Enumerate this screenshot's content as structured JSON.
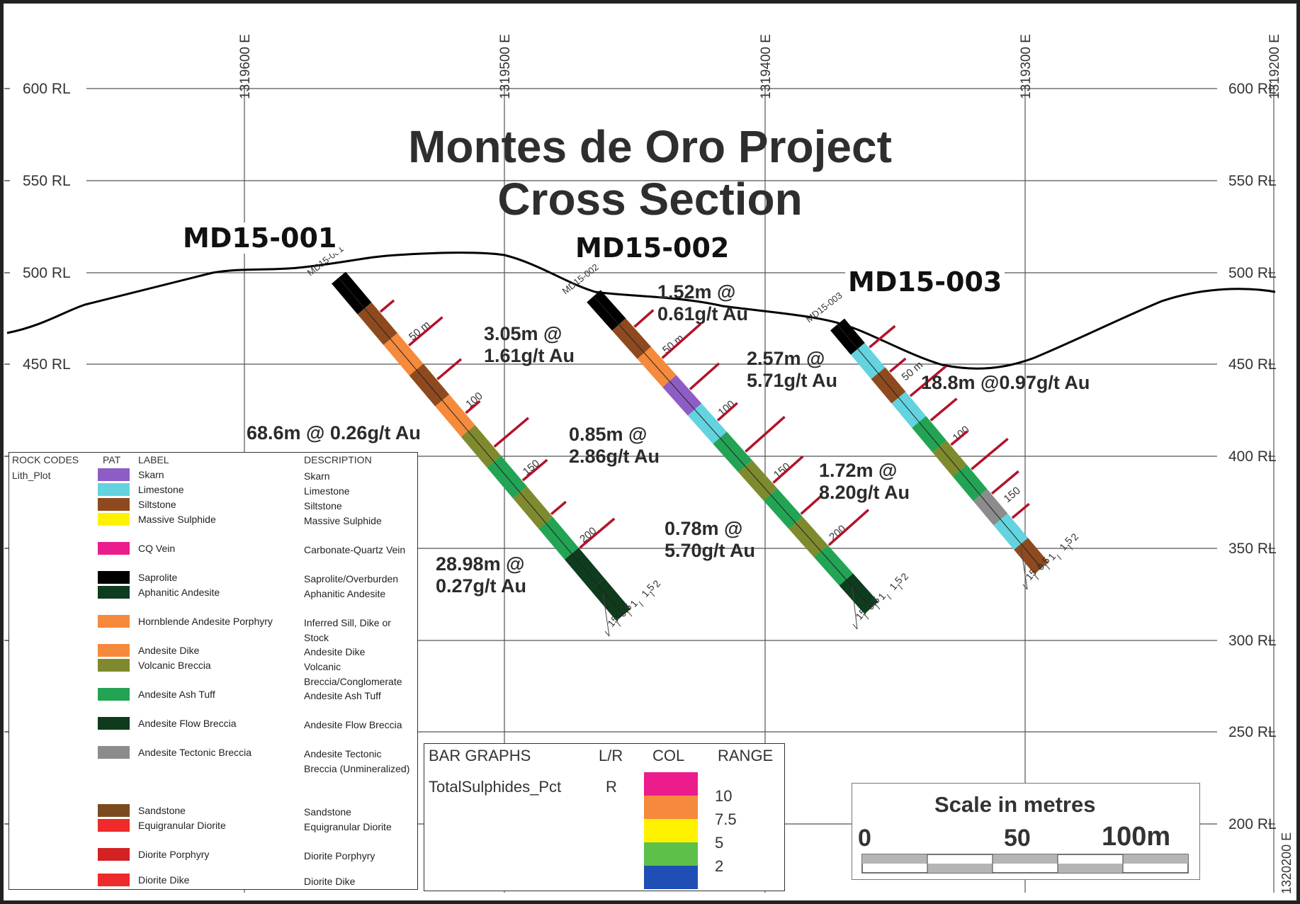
{
  "title": {
    "line1": "Montes de Oro Project",
    "line2": "Cross Section"
  },
  "rl_labels": [
    "600 RL",
    "550 RL",
    "500 RL",
    "450 RL",
    "400 RL",
    "350 RL",
    "300 RL",
    "250 RL",
    "200 RL"
  ],
  "top_grid_labels": [
    "1319600 E",
    "1319500 E",
    "1319400 E",
    "1319300 E",
    "1319200 E"
  ],
  "right_edge_label": "1320200 E",
  "drill_holes": [
    {
      "id": "MD15-001",
      "collar_label": "MD15-001",
      "depth_labels": [
        "50 m",
        "100",
        "150",
        "200"
      ]
    },
    {
      "id": "MD15-002",
      "collar_label": "MD15-002",
      "depth_labels": [
        "50 m",
        "100",
        "150",
        "200"
      ]
    },
    {
      "id": "MD15-003",
      "collar_label": "MD15-003",
      "depth_labels": [
        "50 m",
        "100",
        "150"
      ]
    }
  ],
  "intercepts": [
    {
      "line1": "3.05m @",
      "line2": "1.61g/t Au"
    },
    {
      "line1": "68.6m @ 0.26g/t Au",
      "line2": ""
    },
    {
      "line1": "0.85m @",
      "line2": "2.86g/t Au"
    },
    {
      "line1": "28.98m @",
      "line2": "0.27g/t Au"
    },
    {
      "line1": "1.52m @",
      "line2": "0.61g/t Au"
    },
    {
      "line1": "2.57m @",
      "line2": "5.71g/t Au"
    },
    {
      "line1": "1.72m @",
      "line2": "8.20g/t Au"
    },
    {
      "line1": "0.78m @",
      "line2": "5.70g/t Au"
    },
    {
      "line1": "18.8m @0.97g/t Au",
      "line2": ""
    }
  ],
  "bar_scale_ticks": [
    "15",
    "0.5",
    "1",
    "1.5",
    "2"
  ],
  "legend": {
    "headers": {
      "codes": "ROCK CODES",
      "pat": "PAT",
      "label": "LABEL",
      "desc": "DESCRIPTION"
    },
    "plot_name": "Lith_Plot",
    "rows": [
      {
        "label": "Skarn",
        "desc": "Skarn",
        "color": "#8e5cc5"
      },
      {
        "label": "Limestone",
        "desc": "Limestone",
        "color": "#63d3e0"
      },
      {
        "label": "Siltstone",
        "desc": "Siltstone",
        "color": "#8e4a1e"
      },
      {
        "label": "Massive Sulphide",
        "desc": "Massive Sulphide",
        "color": "#fff200"
      },
      {
        "label": "CQ Vein",
        "desc": "Carbonate-Quartz Vein",
        "color": "#ec1c8c"
      },
      {
        "label": "Saprolite",
        "desc": "Saprolite/Overburden",
        "color": "#000000"
      },
      {
        "label": "Aphanitic Andesite",
        "desc": "Aphanitic Andesite",
        "color": "#0d3d1e"
      },
      {
        "label": "Hornblende Andesite Porphyry",
        "desc": "Inferred Sill, Dike or Stock",
        "color": "#f58a3c"
      },
      {
        "label": "Andesite Dike",
        "desc": "Andesite Dike",
        "color": "#f58a3c"
      },
      {
        "label": "Volcanic Breccia",
        "desc": "Volcanic Breccia/Conglomerate",
        "color": "#7f8a2e"
      },
      {
        "label": "Andesite Ash Tuff",
        "desc": "Andesite Ash Tuff",
        "color": "#22a454"
      },
      {
        "label": "Andesite Flow Breccia",
        "desc": "Andesite Flow Breccia",
        "color": "#0f3a1c"
      },
      {
        "label": "Andesite Tectonic Breccia",
        "desc": "Andesite Tectonic Breccia (Unmineralized)",
        "color": "#8c8c8c"
      },
      {
        "label": "Sandstone",
        "desc": "Sandstone",
        "color": "#7a4a1e"
      },
      {
        "label": "Equigranular Diorite",
        "desc": "Equigranular Diorite",
        "color": "#ee2a2a"
      },
      {
        "label": "Diorite Porphyry",
        "desc": "Diorite Porphyry",
        "color": "#d42222"
      },
      {
        "label": "Diorite Dike",
        "desc": "Diorite Dike",
        "color": "#ee2a2a"
      }
    ]
  },
  "bar_graphs": {
    "header": {
      "name": "BAR GRAPHS",
      "lr": "L/R",
      "col": "COL",
      "range": "RANGE"
    },
    "item": {
      "name": "TotalSulphides_Pct",
      "lr": "R"
    },
    "ranges": [
      {
        "value": "10",
        "color": "#ec1c8c"
      },
      {
        "value": "7.5",
        "color": "#f58a3c"
      },
      {
        "value": "5",
        "color": "#fff200"
      },
      {
        "value": "2",
        "color": "#5cc04a"
      },
      {
        "value": "",
        "color": "#1f4fb4"
      }
    ]
  },
  "scale": {
    "title": "Scale in metres",
    "labels": [
      "0",
      "50",
      "100m"
    ]
  },
  "colors": {
    "grid": "#555555",
    "topography": "#000000",
    "sulphide_bar": "#b3122a"
  }
}
